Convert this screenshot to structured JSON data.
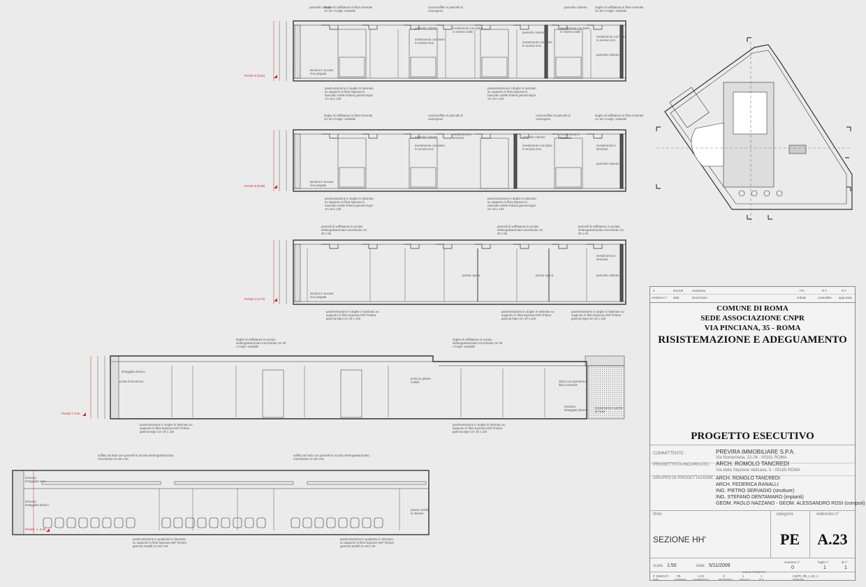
{
  "revision_table": {
    "row": {
      "rev": "0",
      "date": "5/11/09",
      "desc": "emissione",
      "drawn": "F.R.",
      "checked": "R.T.",
      "approved": "R.T."
    },
    "headers": [
      "revisione n°",
      "data",
      "descrizione",
      "redatto",
      "controllato",
      "approvato"
    ]
  },
  "title_block": {
    "line1": "COMUNE DI ROMA",
    "line2": "SEDE ASSOCIAZIONE CNPR",
    "line3": "VIA PINCIANA, 35 - ROMA",
    "line4": "RISISTEMAZIONE E ADEGUAMENTO",
    "phase": "PROGETTO ESECUTIVO",
    "committente_label": "COMMITTENTE :",
    "committente": "PREVIRA IMMOBILIARE S.P.A.",
    "committente_addr": "Via Nomentana, 22-26 - 00161 ROMA",
    "progettista_label": "PROGETTISTA INCARICATO :",
    "progettista": "ARCH. ROMOLO TANCREDI",
    "progettista_addr": "Via della Stazione Vaticana, 5 - 00165 ROMA",
    "gruppo_label": "GRUPPO DI PROGETTAZIONE :",
    "gruppo": [
      "ARCH. ROMOLO TANCREDI",
      "ARCH. FEDERICA RANALLI",
      "ING. PIETRO SERVADIO (strutture)",
      "ING. STEFANO DENTAMARO (impianti)",
      "GEOM. PAOLO NAZZANO - GEOM. ALESSANDRO ROSI (computi)"
    ],
    "titolo_label": "titolo",
    "categoria_label": "categoria",
    "elaborato_label": "elaborato n°",
    "titolo": "SEZIONE HH'",
    "categoria": "PE",
    "elaborato": "A.23",
    "scala_label": "scala",
    "scala": "1:50",
    "data_label": "data",
    "data": "5/11/2009",
    "revisione_label": "revisione n°",
    "revisione": "0",
    "foglio_label": "foglio n°",
    "foglio": "1",
    "di_label": "di n°",
    "di": "1",
    "codice_label": "CODICE PROGETTO",
    "code_cells": [
      "P. ESECUT.",
      "PE",
      "A.23",
      "0",
      "1",
      "1",
      "CNPR_PE_A.23_1"
    ],
    "code_sub": [
      "FASE",
      "CATEGORIA",
      "ELABORATO N°",
      "REVISIONE N°",
      "FOGLIO N°",
      "DI N°",
      "NOME FILE"
    ]
  },
  "levels": [
    {
      "label": "PIANO 6  (8.81)"
    },
    {
      "label": "PIANO 5  (5.90)"
    },
    {
      "label": "PIANO 4  (2.72)"
    },
    {
      "label": "PIANO T  0.00"
    },
    {
      "label": "PIANO -1  -3.30"
    }
  ],
  "notes": {
    "pannello_cobente": "pannello cobente",
    "doghe_miner": "doghe di soffittatura in fibra minerale cm 30 x lungh. variabile",
    "controsoffitto": "controsoffitto in pannelli di cartongeso",
    "rivestimento_inox": "rivestimento con lastre in acciaio inox",
    "rivestimento_marmo": "rivestimento con lastre in marmo sottili",
    "rivestimento_laminato": "rivestimento in laminato",
    "lamiera": "lamiera in acciaio inox piegata",
    "pavimentazione_legno": "pavimentazione in doghe in laminato su supporto in fibra legnosa in tranciato nobile finitura gamma legni cm 19 x 120",
    "pannelli_elettro": "pannelli di soffittatura in acciaio elettrogalvanizzato microforato cm 60 x 60",
    "parete_opaca": "parete opaca",
    "pavimentazione_hdf": "pavimentazione in doghe in laminato su supporto in fibra legnosa HDF finitura gamma legni cm 19 x 120",
    "doghe_elettro": "doghe di soffittatura in acciaio elettrogalvanizzato microforato cm 30 x lungh. variabile",
    "tinteggiato": "tinteggiato bianco",
    "uscita": "uscita di sicurezza",
    "porta_mobile": "porta su parete mobile",
    "infissi": "infissi con apertura a bilico verticale",
    "intonaco_bianco": "intonaco tinteggiato bianco",
    "rivestimento_pietra": "rivestimento in pietra di Trani",
    "soffitto_isola": "soffitto ad isola con pannelli in acciaio elettrogalvanizzato microforato cm 60 x 60",
    "intonaco_nero": "intonaco tinteggiato nero",
    "pavimentazione_quadrotte": "pavimentazione in quadrotte in laminato su supporto in fibra legnosa HDF finitura gamma metalli cm 59 x 59",
    "parete_binario": "parete mobile su binario"
  }
}
